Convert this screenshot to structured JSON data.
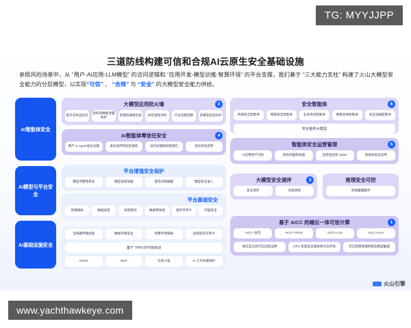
{
  "overlay": {
    "tg_tag": "TG: MYYJJPP",
    "url_tag": "www.yachthawkeye.com"
  },
  "slide": {
    "title": "三道防线构建可信和合规AI云原生安全基础设施",
    "subtitle": {
      "part1": "参照风险场景中，从 “用户-AI应用-LLM模型” 的访问逻辑和 “应用开发-模型训推-智算环境” 的平台支撑，我们基于 “三大能力支柱” 构建了火山大模型安全能力的分层模型，以实现",
      "kw1": "“可信”",
      "sep1": " 、 ",
      "kw2": "“合规”",
      "sep2": " 与 ",
      "kw3": "“安全”",
      "part2": " 的大模型安全能力供给。"
    },
    "logo_text": "火山引擎"
  },
  "rails": [
    {
      "label": "AI智能体\n安全"
    },
    {
      "label": "AI模型与平\n台安全"
    },
    {
      "label": "AI基础设施\n安全"
    }
  ],
  "rail_labels": {
    "r1": "AI智能体安全",
    "r2": "AI模型与平台安全",
    "r3": "AI基础设施安全"
  },
  "panels": {
    "app_firewall": {
      "title": "大模型应用防火墙",
      "badge": "3",
      "chips": [
        "提示词攻击防治",
        "隐私和数据泄露防护",
        "伦理和道德合规",
        "失控涌现对抗",
        "行业话题控制",
        "多模态安全防护"
      ]
    },
    "agent_zero_trust": {
      "title": "AI智能体零信任安全",
      "badge": "4",
      "chips": [
        "用户 & Agent身份治理",
        "身份透传和动态授权",
        "访问治理和权限围栏",
        "身份风险态势"
      ]
    },
    "security_agent": {
      "title": "安全智能体",
      "badge": "6",
      "chips": [
        "终端安全智能体",
        "网络安全智能体",
        "业务风控智能体",
        "数据合规智能体",
        "安全运维智能体"
      ],
      "bar": "安全垂类大模型"
    },
    "agent_secops": {
      "title": "智能体安全运营管理",
      "badge": "5",
      "chips": [
        "AI应用资产识别",
        "风险扫描和加固",
        "运营监控和 UEBA",
        "智能体安全态势"
      ]
    },
    "platform_enhanced": {
      "title": "平台增强安全保护",
      "chips": [
        "模型完整性校验",
        "模型混淆加固",
        "密态训练推理",
        "模型安全准入"
      ]
    },
    "platform_basic": {
      "title": "平台基础安全",
      "chips": [
        "存储隔离",
        "数据加密",
        "权限管控",
        "数据零保留",
        "操作可审计",
        "内容安全"
      ]
    },
    "model_eval": {
      "title": "大模型安全测评",
      "badge": "2",
      "chips": [
        "安全测评",
        "合规体检"
      ]
    },
    "inference_control": {
      "title": "推理安全可控",
      "chips": [
        "机密推理服务"
      ]
    },
    "infra_base": {
      "chips_row1": [
        "全链路传输加密",
        "数据存储安全",
        "智算环境隔离",
        "远程操作可审计"
      ],
      "bar": "基于 TPM 的可信启动",
      "chips_row2": [
        "DDoS",
        "WAF",
        "云防火墙",
        "AI 工作负载保护"
      ]
    },
    "aicc": {
      "title": "基于 AICC 的端云一体可信计算",
      "badge": "1",
      "chips_row1": [
        "AICC+豆包",
        "AICC+TRAE",
        "AICC+LAS",
        "AICC+CUA"
      ],
      "chips_row2": [
        "端云互信和可信远程证明",
        "GPU 机密安全隔离和可信环境",
        "可信密钥管理和密态模型推理"
      ]
    }
  }
}
